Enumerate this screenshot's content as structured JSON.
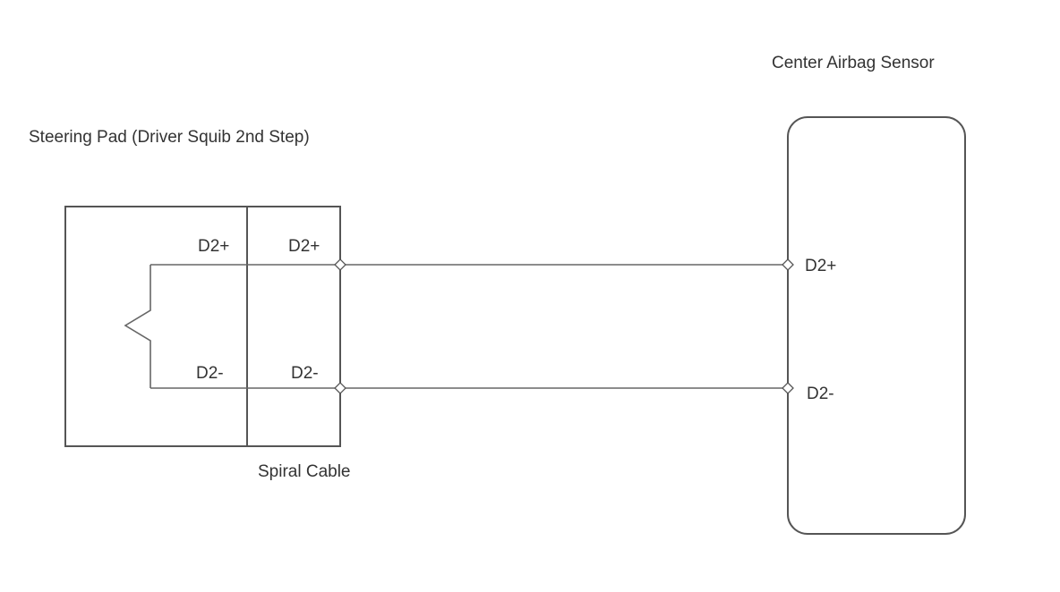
{
  "diagram": {
    "captions": {
      "steering_pad": "Steering Pad (Driver Squib 2nd Step)",
      "spiral_cable": "Spiral Cable",
      "sensor": "Center Airbag Sensor"
    },
    "pins": {
      "pad_plus": "D2+",
      "pad_minus": "D2-",
      "spiral_plus": "D2+",
      "spiral_minus": "D2-",
      "sensor_plus": "D2+",
      "sensor_minus": "D2-"
    }
  }
}
